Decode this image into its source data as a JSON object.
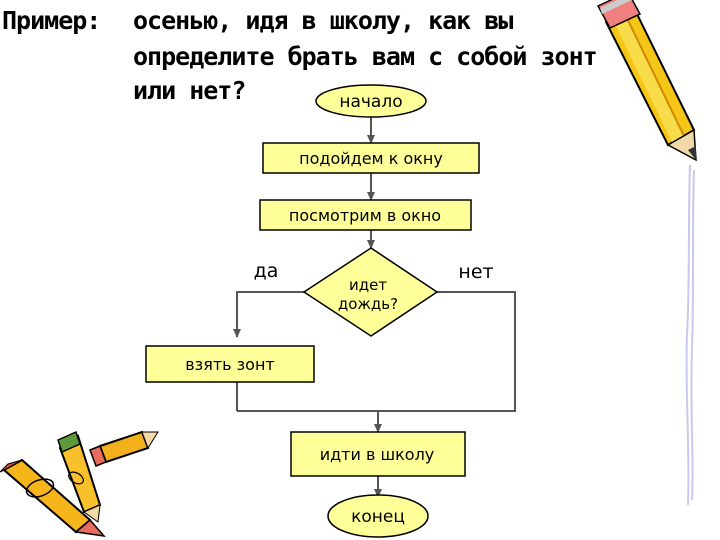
{
  "title": {
    "label": "Пример:",
    "lines": [
      "осенью, идя в школу, как вы",
      "определите брать вам с собой зонт",
      "или нет?"
    ]
  },
  "flowchart": {
    "start": "начало",
    "step1": "подойдем к окну",
    "step2": "посмотрим в окно",
    "decision": [
      "идет",
      "дождь?"
    ],
    "yes_label": "да",
    "no_label": "нет",
    "yes_action": "взять зонт",
    "step3": "идти в школу",
    "end": "конец"
  },
  "colors": {
    "box_fill": "#ffff99",
    "stroke": "#000000",
    "line": "#555555"
  }
}
